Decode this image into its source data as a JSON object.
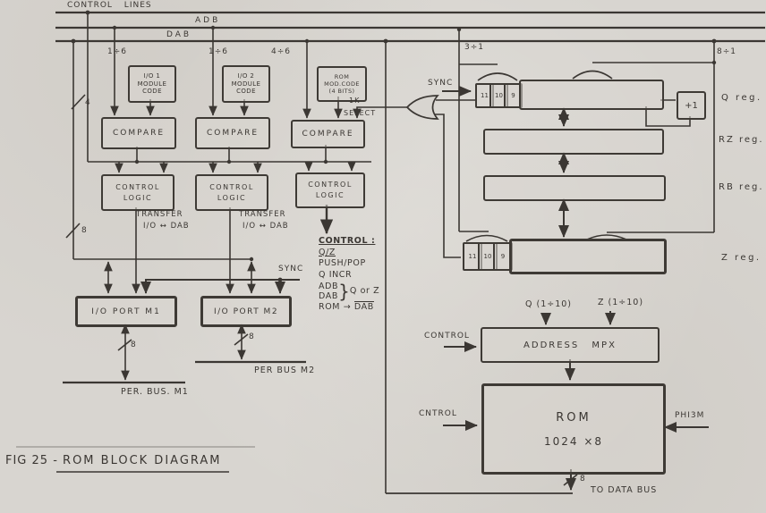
{
  "figure": {
    "caption_prefix": "FIG 25 -",
    "caption_title": "ROM  BLOCK  DIAGRAM"
  },
  "buses": {
    "control_lines": "CONTROL  LINES",
    "adb": "ADB",
    "dab": "DAB"
  },
  "widths": {
    "control": "4",
    "dab_io": "8",
    "branch1": "1÷6",
    "branch2": "1÷6",
    "branch3": "4÷6",
    "branch4": "3÷1",
    "branch5": "8÷1",
    "per_bus1": "8",
    "per_bus2": "8",
    "rom_out": "8"
  },
  "module_codes": [
    {
      "lines": [
        "I/O 1",
        "MODULE",
        "CODE"
      ]
    },
    {
      "lines": [
        "I/O 2",
        "MODULE",
        "CODE"
      ]
    },
    {
      "lines": [
        "ROM",
        "MOD.CODE",
        "(4 BITS)"
      ]
    }
  ],
  "compare_label": "COMPARE",
  "control_logic": {
    "line1": "CONTROL",
    "line2": "LOGIC"
  },
  "transfer": {
    "line1": "TRANSFER",
    "line2": "I/O ↔ DAB"
  },
  "select_1k": {
    "line1": "1K",
    "line2": "SELECT"
  },
  "sync": "SYNC",
  "control_list": {
    "title": "CONTROL :",
    "item1": "Q/Z",
    "item2": "PUSH/POP",
    "item3": "Q INCR",
    "item4a": "ADB",
    "item4b": "DAB",
    "brace": "}",
    "item4c": "Q or Z",
    "item5a": "ROM →",
    "item5b": "DAB"
  },
  "ports": {
    "m1": "I/O PORT M1",
    "m2": "I/O PORT M2",
    "bus_m1": "PER. BUS. M1",
    "bus_m2": "PER BUS M2"
  },
  "registers": {
    "q": "Q reg.",
    "rz": "RZ reg.",
    "rb": "RB reg.",
    "z": "Z reg.",
    "bits": [
      "11",
      "10",
      "9"
    ],
    "plus_one": "+1"
  },
  "mpx": {
    "label": "ADDRESS  MPX",
    "control": "CONTROL",
    "q_in": "Q (1÷10)",
    "z_in": "Z (1÷10)"
  },
  "rom": {
    "name": "ROM",
    "size": "1024 ×8",
    "control": "CNTROL",
    "phi": "PHI3M",
    "to_bus": "TO  DATA  BUS"
  }
}
